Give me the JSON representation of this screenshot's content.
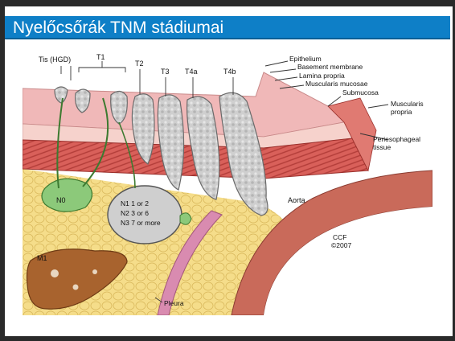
{
  "slide": {
    "title": "Nyelőcsőrák TNM stádiumai"
  },
  "figure": {
    "stage_labels": {
      "tis": "Tis (HGD)",
      "t1": "T1",
      "t2": "T2",
      "t3": "T3",
      "t4a": "T4a",
      "t4b": "T4b"
    },
    "layer_labels": {
      "epithelium": "Epithelium",
      "basement_membrane": "Basement membrane",
      "lamina_propria": "Lamina propria",
      "muscularis_mucosae": "Muscularis mucosae",
      "submucosa": "Submucosa",
      "muscularis_propria_1": "Muscularis",
      "muscularis_propria_2": "propria",
      "periesophageal_1": "Periesophageal",
      "periesophageal_2": "tissue"
    },
    "node_labels": {
      "n0": "N0",
      "n1": "N1 1 or 2",
      "n2": "N2 3 or 6",
      "n3": "N3 7 or more"
    },
    "organ_labels": {
      "m1": "M1",
      "aorta": "Aorta",
      "pleura": "Pleura"
    },
    "credit": {
      "line1": "CCF",
      "line2": "©2007"
    }
  },
  "colors": {
    "title_bar": "#0e7fc7",
    "frame": "#2a2a2a",
    "mucosa": "#f0b8b8",
    "muscle": "#d9605a",
    "fat": "#f5dd8a",
    "tumor": "#c9c9c9",
    "liver": "#a8632e",
    "node_green": "#8cc97a"
  }
}
